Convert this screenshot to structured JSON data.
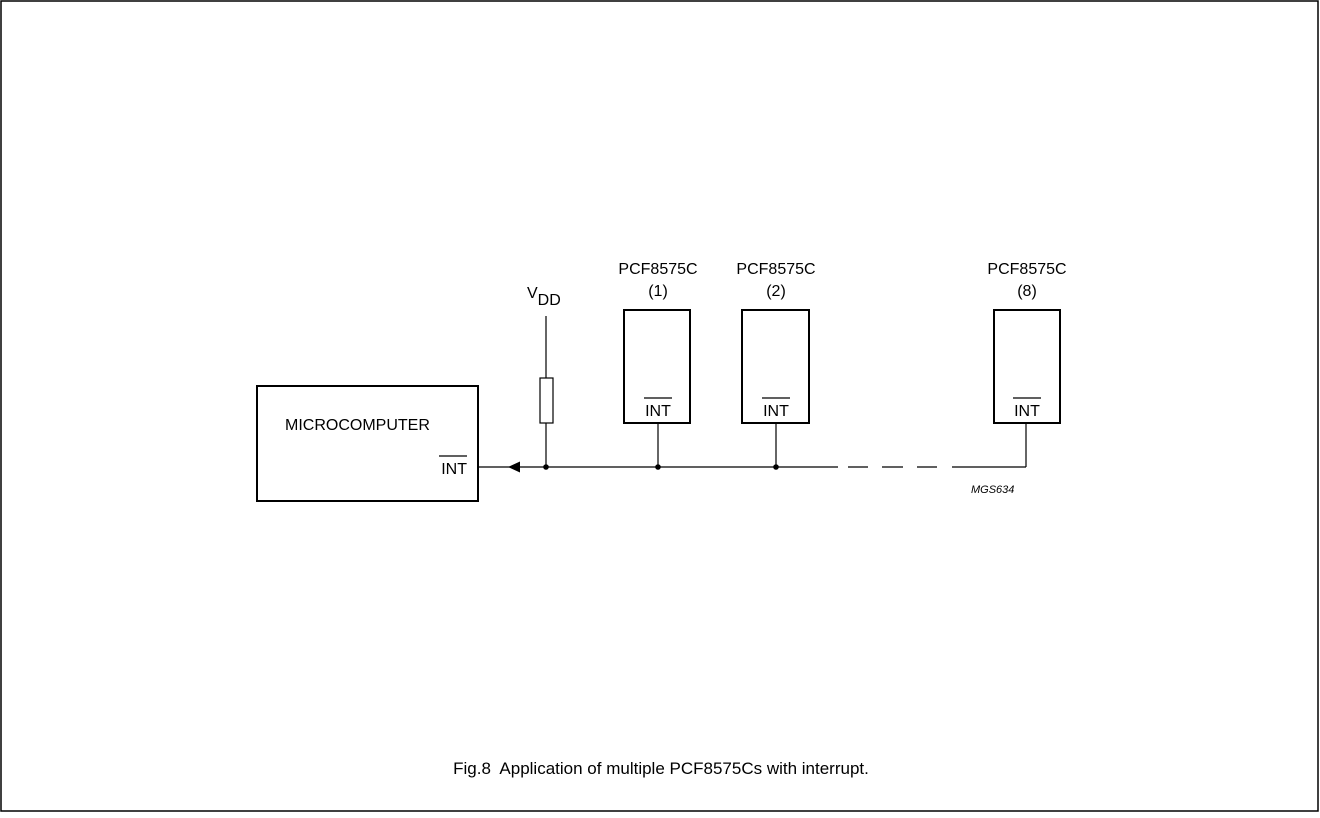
{
  "microcomputer": {
    "label": "MICROCOMPUTER",
    "pin": "INT"
  },
  "supply": {
    "label_main": "V",
    "label_sub": "DD"
  },
  "chips": [
    {
      "name": "PCF8575C",
      "index": "(1)",
      "pin": "INT"
    },
    {
      "name": "PCF8575C",
      "index": "(2)",
      "pin": "INT"
    },
    {
      "name": "PCF8575C",
      "index": "(8)",
      "pin": "INT"
    }
  ],
  "drawing_code": "MGS634",
  "caption": "Fig.8  Application of multiple PCF8575Cs with interrupt."
}
